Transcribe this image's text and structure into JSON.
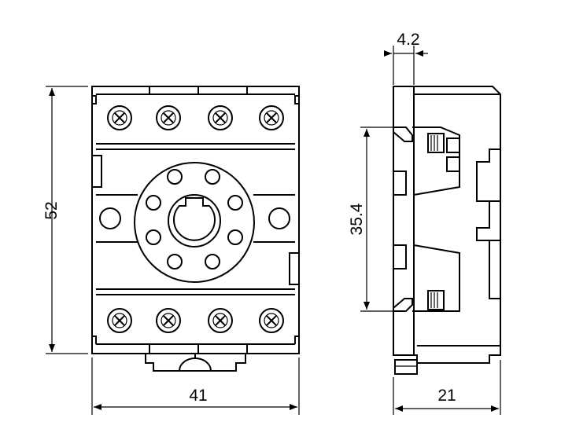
{
  "dimensions": {
    "height_front": "52",
    "width_front": "41",
    "rail_pitch": "35.4",
    "flange": "4.2",
    "depth_side": "21"
  }
}
